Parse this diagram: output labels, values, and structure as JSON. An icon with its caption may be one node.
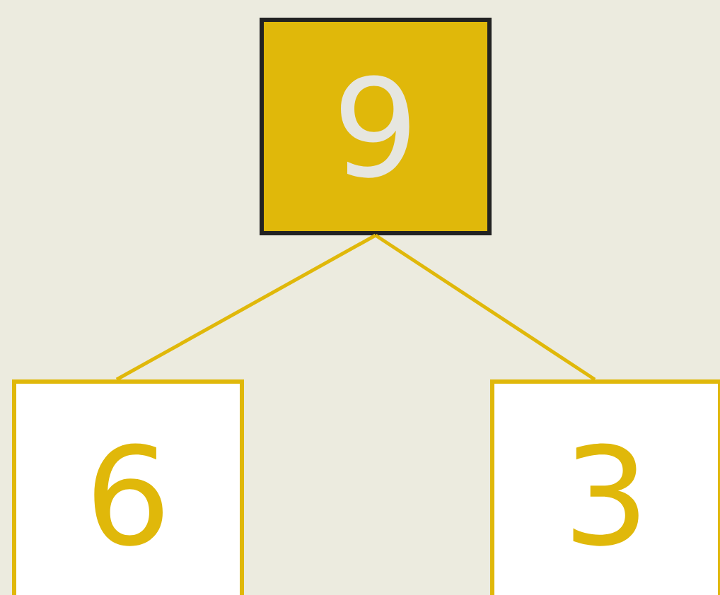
{
  "diagram": {
    "nodes": [
      {
        "text": [
          "9"
        ]
      },
      {
        "text": [
          "6"
        ]
      },
      {
        "text": [
          "3"
        ]
      }
    ],
    "edges": [
      {
        "from": 0,
        "to": 1,
        "arrow": "none"
      },
      {
        "from": 0,
        "to": 2,
        "arrow": "none"
      }
    ]
  }
}
